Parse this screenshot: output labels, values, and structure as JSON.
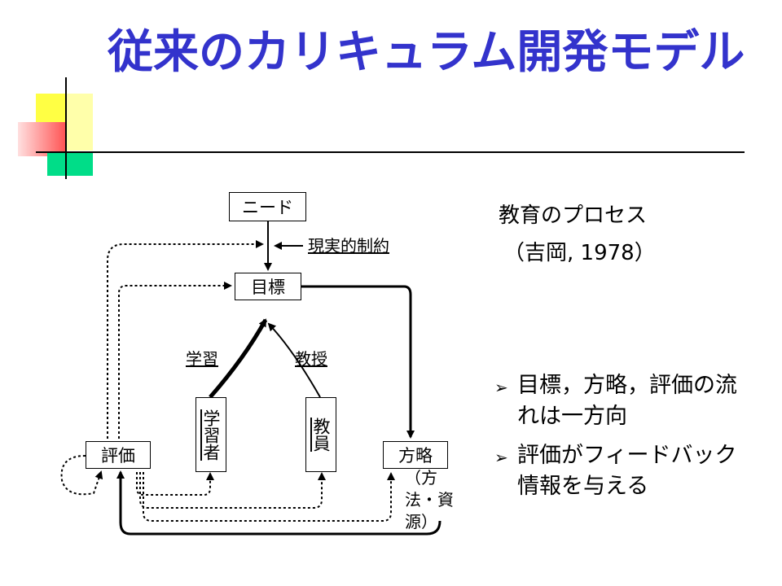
{
  "title": "従来のカリキュラム開発モデル",
  "diagram": {
    "need": "ニード",
    "constraint": "現実的制約",
    "goal": "目標",
    "learning": "学習",
    "teaching": "教授",
    "learner": "学習者",
    "teacher": "教員",
    "evaluation": "評価",
    "strategy": "方略",
    "strategy_sub": "（方法・資源）"
  },
  "right": {
    "heading": "教育のプロセス",
    "citation": "（吉岡, 1978）",
    "bullets": [
      "目標，方略，評価の流れは一方向",
      "評価がフィードバック情報を与える"
    ]
  },
  "colors": {
    "title": "#3333cc",
    "deco_yellow": "#ffff33",
    "deco_red": "#ff5555",
    "deco_green": "#00e08a"
  },
  "icons": {
    "bullet": "arrow-bullet-icon"
  }
}
